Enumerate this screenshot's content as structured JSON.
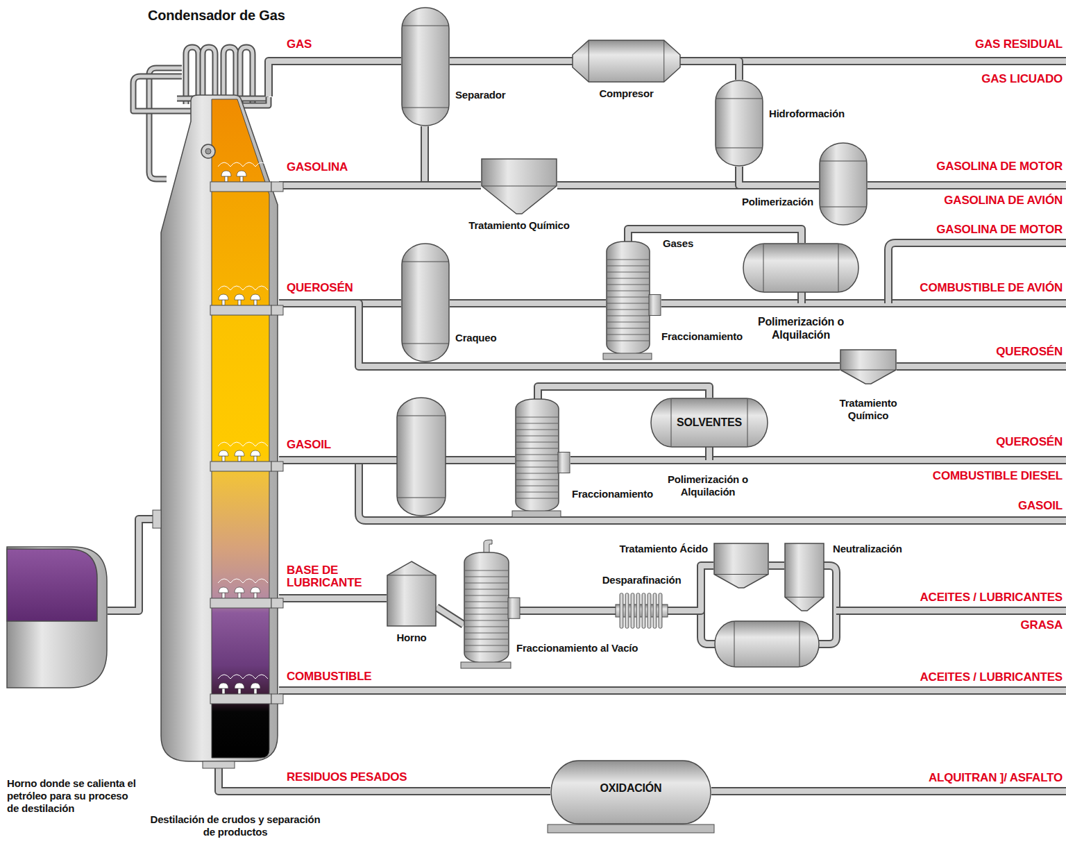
{
  "diagram": {
    "nodes": [
      {
        "text": [
          "Horno donde se calienta el petróleo para su proceso de destilación"
        ]
      },
      {
        "text": [
          "Destilación de crudos y separación de productos"
        ]
      },
      {
        "text": [
          "Separador"
        ]
      },
      {
        "text": [
          "Compresor"
        ]
      },
      {
        "text": [
          "Hidroformación"
        ]
      },
      {
        "text": [
          "Tratamiento Químico"
        ]
      },
      {
        "text": [
          "Polimerización"
        ]
      },
      {
        "text": [
          "Craqueo"
        ]
      },
      {
        "text": [
          "Fraccionamiento"
        ]
      },
      {
        "text": [
          "Polimerización o Alquilación"
        ]
      },
      {
        "text": [
          "Tratamiento Químico"
        ]
      },
      {
        "text": [
          "Fraccionamiento"
        ]
      },
      {
        "text": [
          "SOLVENTES"
        ]
      },
      {
        "text": [
          "Horno"
        ]
      },
      {
        "text": [
          "Fraccionamiento al Vacío"
        ]
      },
      {
        "text": [
          "Desparafinación"
        ]
      },
      {
        "text": [
          "Tratamiento Ácido"
        ]
      },
      {
        "text": [
          "Neutralización"
        ]
      },
      {
        "text": [
          "OXIDACIÓN"
        ]
      }
    ],
    "edges": [
      {
        "from": 0,
        "to": 1,
        "arrow": "none"
      },
      {
        "from": 1,
        "to": 2,
        "arrow": "none"
      },
      {
        "from": 2,
        "to": 3,
        "arrow": "none"
      },
      {
        "from": 3,
        "to": 4,
        "arrow": "none"
      },
      {
        "from": 2,
        "to": 5,
        "arrow": "none"
      },
      {
        "from": 1,
        "to": 5,
        "arrow": "none"
      },
      {
        "from": 5,
        "to": 6,
        "arrow": "none"
      },
      {
        "from": 4,
        "to": 6,
        "arrow": "none"
      },
      {
        "from": 1,
        "to": 7,
        "arrow": "none"
      },
      {
        "from": 7,
        "to": 8,
        "arrow": "none"
      },
      {
        "from": 8,
        "to": 9,
        "arrow": "none"
      },
      {
        "from": 1,
        "to": 10,
        "arrow": "none"
      },
      {
        "from": 1,
        "to": 11,
        "arrow": "none"
      },
      {
        "from": 11,
        "to": 12,
        "arrow": "none"
      },
      {
        "from": 1,
        "to": 13,
        "arrow": "none"
      },
      {
        "from": 13,
        "to": 14,
        "arrow": "none"
      },
      {
        "from": 14,
        "to": 15,
        "arrow": "none"
      },
      {
        "from": 15,
        "to": 16,
        "arrow": "none"
      },
      {
        "from": 16,
        "to": 17,
        "arrow": "none"
      },
      {
        "from": 1,
        "to": 18,
        "arrow": "none"
      }
    ],
    "labels": [
      "Condensador de Gas",
      "GAS",
      "GASOLINA",
      "QUEROSÉN",
      "GASOIL",
      "BASE DE LUBRICANTE",
      "COMBUSTIBLE",
      "RESIDUOS PESADOS",
      "GAS RESIDUAL",
      "GAS LICUADO",
      "GASOLINA DE MOTOR",
      "GASOLINA DE AVIÓN",
      "GASOLINA DE MOTOR",
      "COMBUSTIBLE DE AVIÓN",
      "QUEROSÉN",
      "QUEROSÉN",
      "COMBUSTIBLE DIESEL",
      "GASOIL",
      "ACEITES / LUBRICANTES",
      "GRASA",
      "ACEITES / LUBRICANTES",
      "ALQUITRAN ]/ ASFALTO",
      "Gases",
      "Polimerización o Alquilación"
    ]
  }
}
